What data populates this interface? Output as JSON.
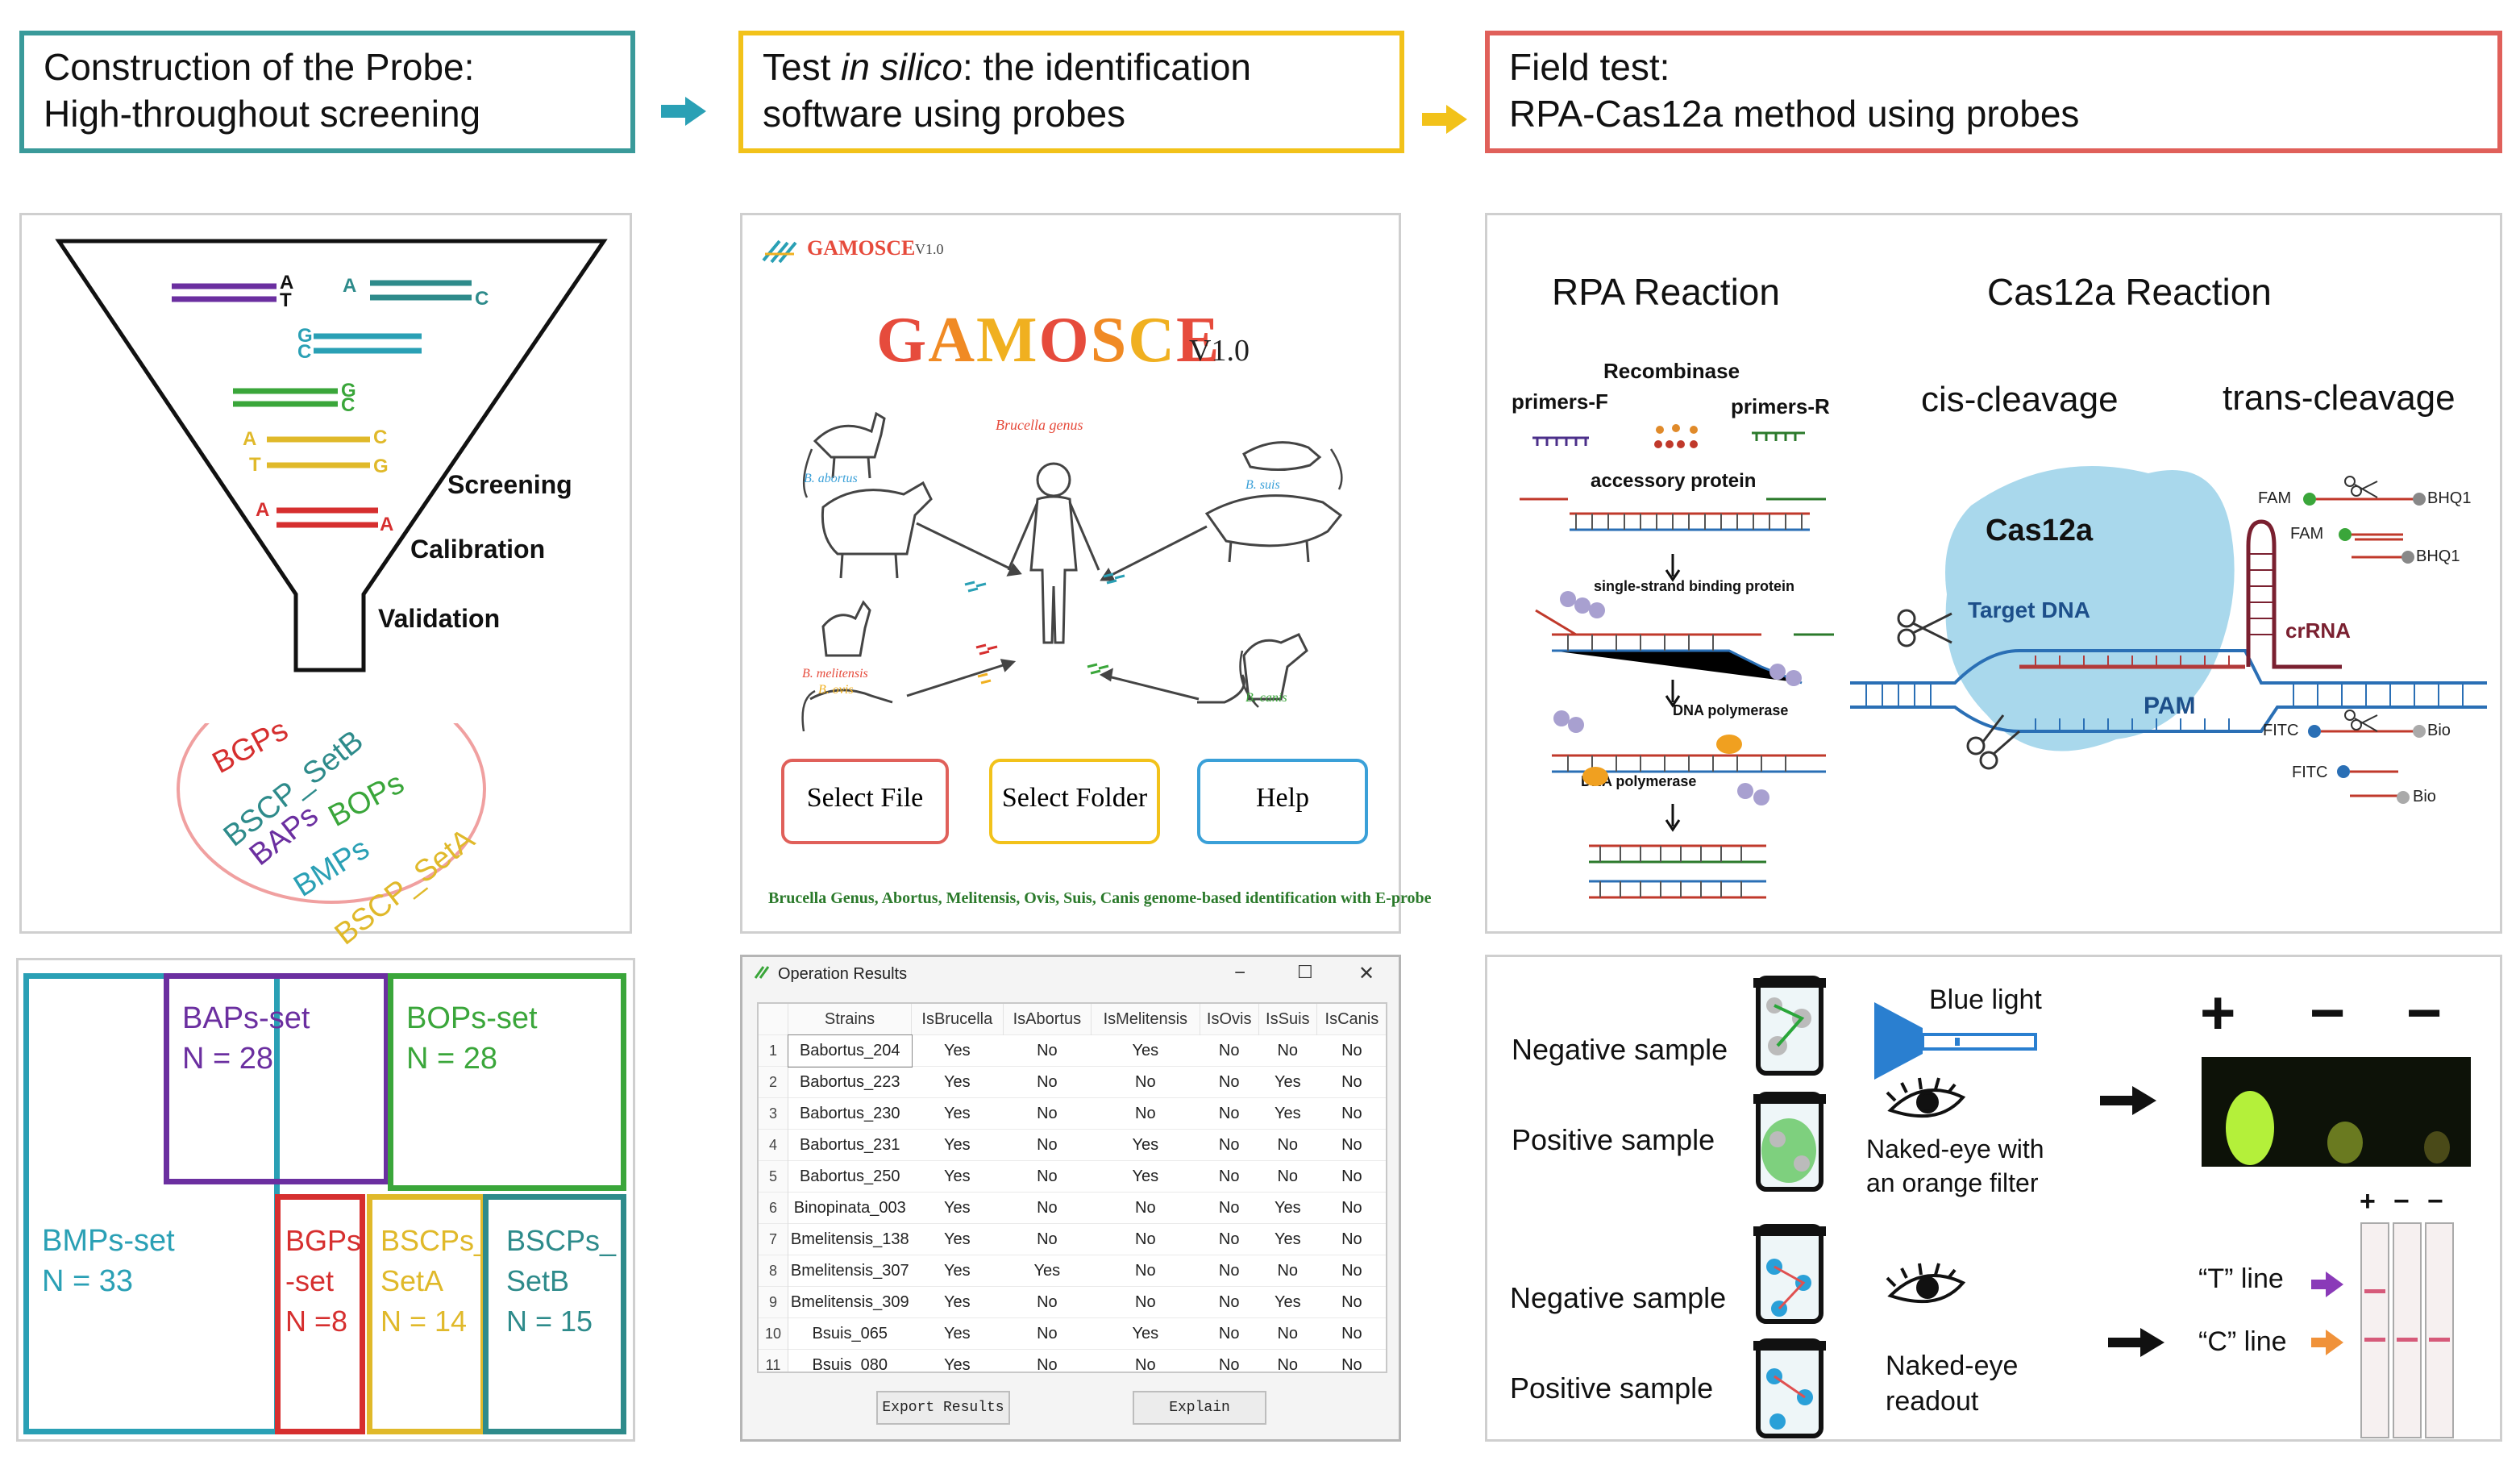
{
  "headers": [
    {
      "line1_a": "Construction of the Probe:",
      "line2": "High-throughout screening",
      "color": "#3a9a9a"
    },
    {
      "line1_a": "Test ",
      "line1_i": "in silico",
      "line1_b": ": the identification",
      "line2": "software using probes",
      "color": "#f2c21a"
    },
    {
      "line1_a": "Field test:",
      "line2": "RPA-Cas12a method using probes",
      "color": "#e0605a"
    }
  ],
  "funnel": {
    "stages": [
      "Screening",
      "Calibration",
      "Validation"
    ],
    "bases": [
      {
        "l": "A",
        "r": "",
        "l2": "T",
        "color": "#6b2fa0"
      },
      {
        "l": "A",
        "r": "C",
        "color": "#2e8b8b"
      },
      {
        "l": "G",
        "l2": "C",
        "r": "",
        "color": "#2aa0b5"
      },
      {
        "l": "",
        "r": "G",
        "r2": "C",
        "color": "#3aa63a"
      },
      {
        "l": "A",
        "l2": "T",
        "r": "C",
        "r2": "G",
        "color": "#d9b41c"
      },
      {
        "l": "A",
        "r": "A",
        "color": "#d62f2f"
      }
    ],
    "probe_sets": [
      "BGPs",
      "BSCP_SetB",
      "BAPs",
      "BOPs",
      "BMPs",
      "BSCP_SetA"
    ]
  },
  "treemap": [
    {
      "name": "BMPs-set",
      "n": "N = 33",
      "color": "#2aa0b5"
    },
    {
      "name": "BAPs-set",
      "n": "N = 28",
      "color": "#6b2fa0"
    },
    {
      "name": "BOPs-set",
      "n": "N = 28",
      "color": "#3aa63a"
    },
    {
      "name": "BGPs",
      "name2": "-set",
      "n": "N =8",
      "color": "#d62f2f"
    },
    {
      "name": "BSCPs_",
      "name2": "SetA",
      "n": "N = 14",
      "color": "#e0b92a"
    },
    {
      "name": "BSCPs_",
      "name2": "SetB",
      "n": "N = 15",
      "color": "#2e8b8b"
    }
  ],
  "app": {
    "small_title": "GAMOSCE",
    "small_ver": "V1.0",
    "title_letters": [
      "G",
      "A",
      "M",
      "O",
      "S",
      "C",
      "E"
    ],
    "title_colors": [
      "#e64b3c",
      "#f08a24",
      "#f0b020",
      "#e64b3c",
      "#f08a24",
      "#f0b020",
      "#e64b3c"
    ],
    "version": "V1.0",
    "genus_label": "Brucella genus",
    "species": [
      "B. abortus",
      "B. suis",
      "B. melitensis",
      "B. ovis",
      "B. canis"
    ],
    "buttons": [
      {
        "label": "Select File",
        "color": "#e0605a"
      },
      {
        "label": "Select Folder",
        "color": "#f2c21a"
      },
      {
        "label": "Help",
        "color": "#3aa0d8"
      }
    ],
    "footer": "Brucella Genus, Abortus, Melitensis, Ovis, Suis, Canis genome-based identification with E-probe"
  },
  "results_window": {
    "title": "Operation Results",
    "controls": [
      "−",
      "☐",
      "✕"
    ],
    "columns": [
      "Strains",
      "IsBrucella",
      "IsAbortus",
      "IsMelitensis",
      "IsOvis",
      "IsSuis",
      "IsCanis"
    ],
    "rows": [
      [
        "1",
        "Babortus_204",
        "Yes",
        "No",
        "Yes",
        "No",
        "No",
        "No"
      ],
      [
        "2",
        "Babortus_223",
        "Yes",
        "No",
        "No",
        "No",
        "Yes",
        "No"
      ],
      [
        "3",
        "Babortus_230",
        "Yes",
        "No",
        "No",
        "No",
        "Yes",
        "No"
      ],
      [
        "4",
        "Babortus_231",
        "Yes",
        "No",
        "Yes",
        "No",
        "No",
        "No"
      ],
      [
        "5",
        "Babortus_250",
        "Yes",
        "No",
        "Yes",
        "No",
        "No",
        "No"
      ],
      [
        "6",
        "Binopinata_003",
        "Yes",
        "No",
        "No",
        "No",
        "Yes",
        "No"
      ],
      [
        "7",
        "Bmelitensis_138",
        "Yes",
        "No",
        "No",
        "No",
        "Yes",
        "No"
      ],
      [
        "8",
        "Bmelitensis_307",
        "Yes",
        "Yes",
        "No",
        "No",
        "No",
        "No"
      ],
      [
        "9",
        "Bmelitensis_309",
        "Yes",
        "No",
        "No",
        "No",
        "Yes",
        "No"
      ],
      [
        "10",
        "Bsuis_065",
        "Yes",
        "No",
        "Yes",
        "No",
        "No",
        "No"
      ],
      [
        "11",
        "Bsuis_080",
        "Yes",
        "No",
        "No",
        "No",
        "No",
        "No"
      ]
    ],
    "buttons": [
      "Export Results",
      "Explain"
    ]
  },
  "rpa": {
    "title": "RPA Reaction",
    "recombinase": "Recombinase",
    "primers_f": "primers-F",
    "primers_r": "primers-R",
    "accessory": "accessory protein",
    "ssb": "single-strand binding protein",
    "pol1": "DNA polymerase",
    "pol2": "DNA polymerase"
  },
  "cas": {
    "title": "Cas12a Reaction",
    "cis": "cis-cleavage",
    "trans": "trans-cleavage",
    "cas12a": "Cas12a",
    "target": "Target DNA",
    "crrna": "crRNA",
    "pam": "PAM",
    "fam": "FAM",
    "bhq1": "BHQ1",
    "fitc": "FITC",
    "bio": "Bio"
  },
  "field": {
    "neg": "Negative sample",
    "pos": "Positive sample",
    "blue_light": "Blue light",
    "naked_filter_1": "Naked-eye with",
    "naked_filter_2": "an orange filter",
    "naked_readout_1": "Naked-eye",
    "naked_readout_2": "readout",
    "signs": [
      "+",
      "−",
      "−"
    ],
    "strip_signs": [
      "+",
      "−",
      "−"
    ],
    "t_line": "“T” line",
    "c_line": "“C” line"
  }
}
